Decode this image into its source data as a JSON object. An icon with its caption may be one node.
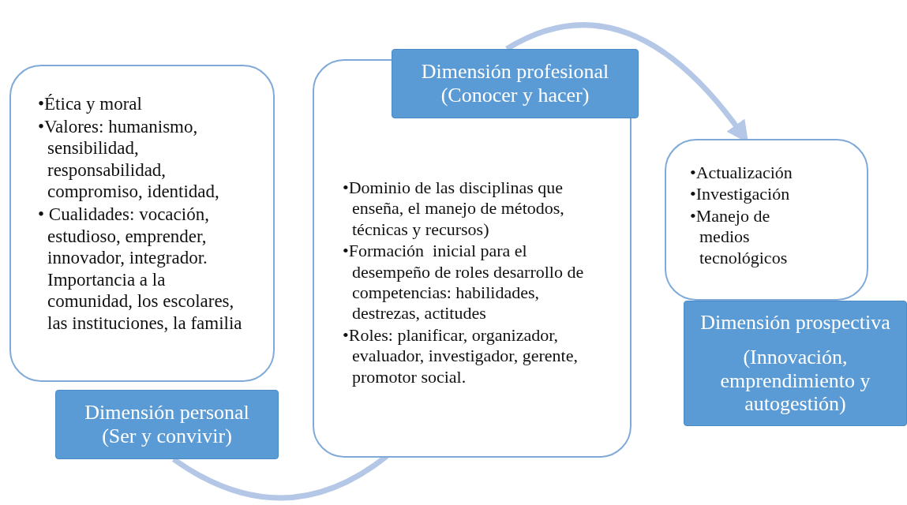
{
  "diagram": {
    "nodes": [
      {
        "text": [
          "•Ética y moral",
          "•Valores: humanismo, sensibilidad, responsabilidad, compromiso, identidad,",
          "• Cualidades: vocación, estudioso, emprender, innovador, integrador. Importancia a la comunidad, los escolares, las instituciones, la familia"
        ]
      },
      {
        "text": [
          "Dimensión personal",
          "(Ser y convivir)"
        ]
      },
      {
        "text": [
          "•Dominio de las disciplinas que enseña, el manejo de métodos, técnicas y recursos)",
          "•Formación  inicial para el desempeño de roles desarrollo de competencias: habilidades, destrezas, actitudes",
          "•Roles: planificar, organizador, evaluador, investigador, gerente, promotor social."
        ]
      },
      {
        "text": [
          "Dimensión profesional",
          "(Conocer y hacer)"
        ]
      },
      {
        "text": [
          "•Actualización",
          "•Investigación",
          "•Manejo de medios tecnológicos"
        ]
      },
      {
        "text": [
          "Dimensión prospectiva",
          "(Innovación, emprendimiento y autogestión)"
        ]
      }
    ],
    "edges": [
      {
        "from": 1,
        "to": 2,
        "arrow": "none"
      },
      {
        "from": 3,
        "to": 4,
        "arrow": "to"
      }
    ]
  }
}
